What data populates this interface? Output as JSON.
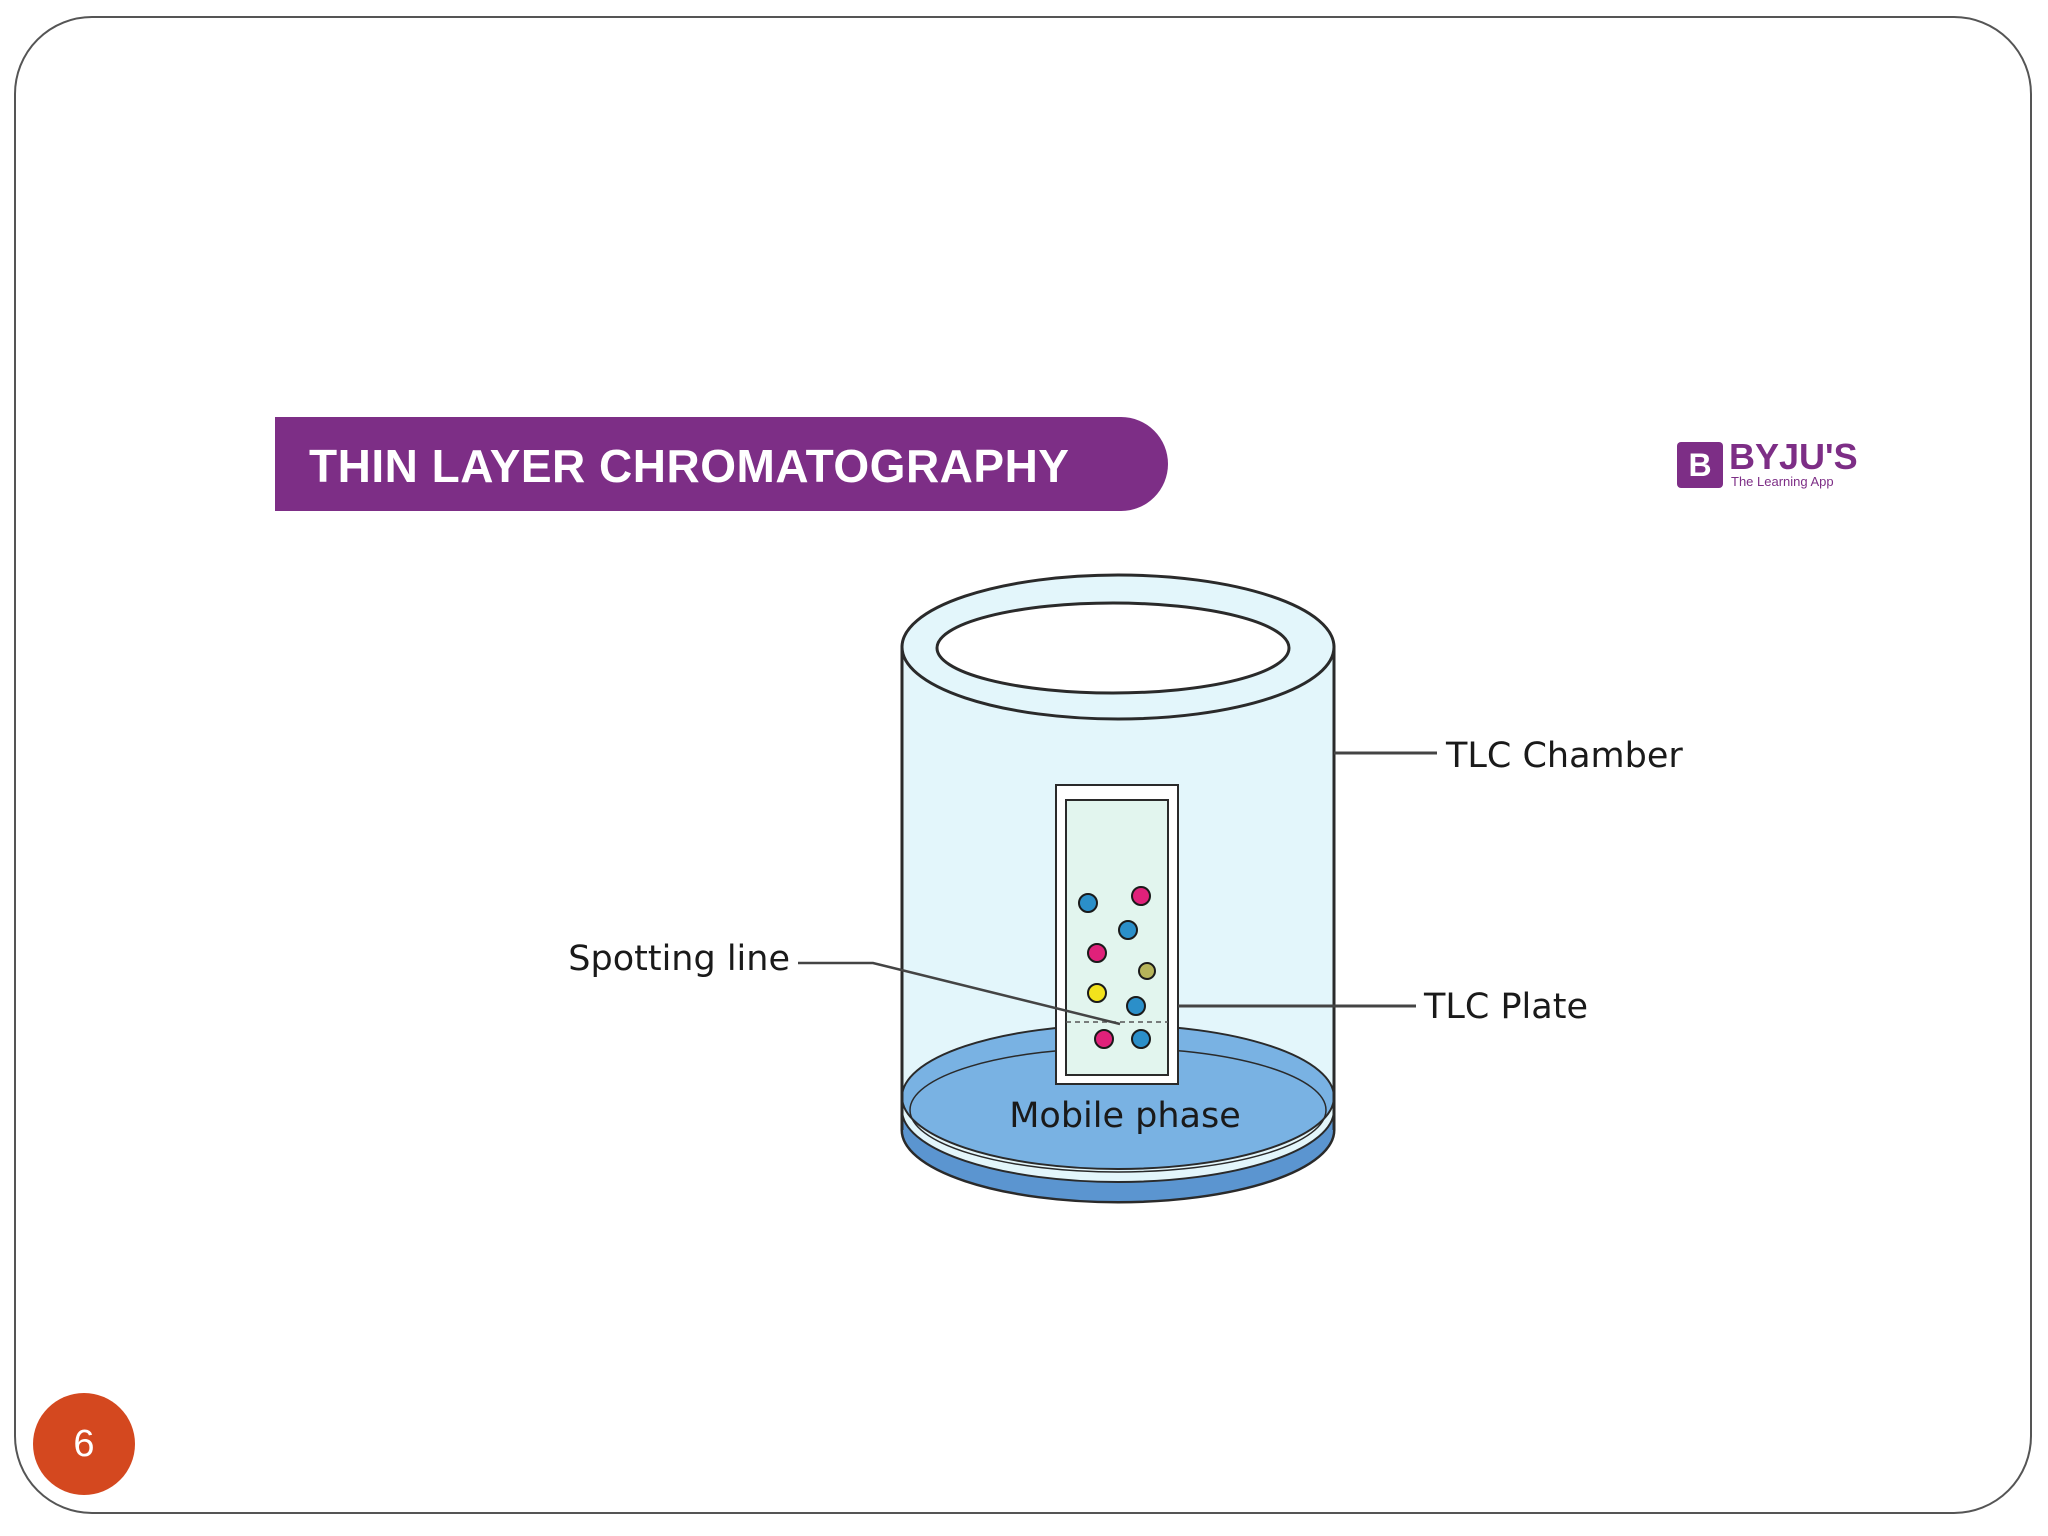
{
  "slide": {
    "page_number": "6"
  },
  "header": {
    "title": "THIN LAYER CHROMATOGRAPHY"
  },
  "logo": {
    "mark": "B",
    "name": "BYJU'S",
    "tagline": "The Learning App"
  },
  "diagram": {
    "labels": {
      "tlc_chamber": "TLC Chamber",
      "spotting_line": "Spotting line",
      "tlc_plate": "TLC Plate",
      "mobile_phase": "Mobile phase"
    },
    "colors": {
      "chamber_fill": "#e3f6fb",
      "mobile_phase": "#79b2e3",
      "mobile_phase_dark": "#5b95d0",
      "plate_fill": "#e2f5ee",
      "spot_blue": "#2b8fc9",
      "spot_magenta": "#e0217a",
      "spot_yellow": "#f2e21c",
      "spot_olive": "#b6b45a"
    }
  }
}
